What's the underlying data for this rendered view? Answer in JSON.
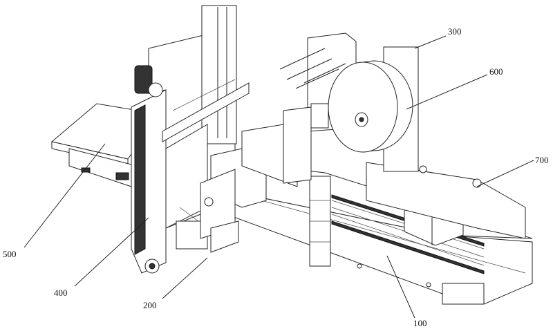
{
  "figure": {
    "title": "Patent drawing of an automatic packaging machine",
    "reference_labels": [
      {
        "id": "label-300",
        "text": "300"
      },
      {
        "id": "label-600",
        "text": "600"
      },
      {
        "id": "label-700",
        "text": "700"
      },
      {
        "id": "label-500",
        "text": "500"
      },
      {
        "id": "label-400",
        "text": "400"
      },
      {
        "id": "label-200",
        "text": "200"
      },
      {
        "id": "label-100",
        "text": "100"
      }
    ]
  }
}
